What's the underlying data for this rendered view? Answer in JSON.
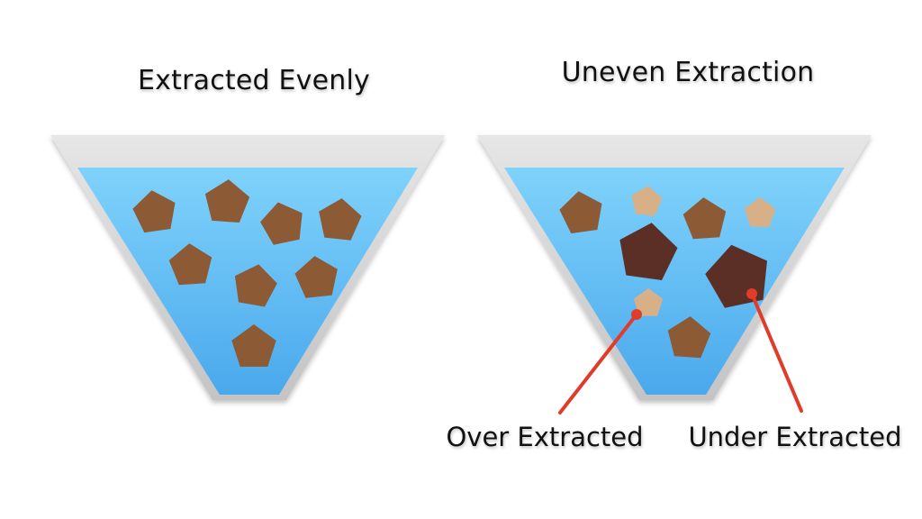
{
  "colors": {
    "water_light": "#7fd2fb",
    "water_dark": "#4aa9ec",
    "rim_light": "#e6e6e6",
    "rim_dark": "#c4c4c4",
    "ground_medium": "#8c5a34",
    "ground_light": "#d7b088",
    "ground_dark": "#5b2f26",
    "pointer": "#e03c2a"
  },
  "left_panel": {
    "title": "Extracted Evenly",
    "particles": [
      "medium",
      "medium",
      "medium",
      "medium",
      "medium",
      "medium",
      "medium",
      "medium"
    ]
  },
  "right_panel": {
    "title": "Uneven Extraction",
    "particles": [
      "medium",
      "light",
      "medium",
      "light",
      "dark",
      "dark",
      "light",
      "medium"
    ]
  },
  "callouts": {
    "over": "Over Extracted",
    "under": "Under Extracted"
  }
}
